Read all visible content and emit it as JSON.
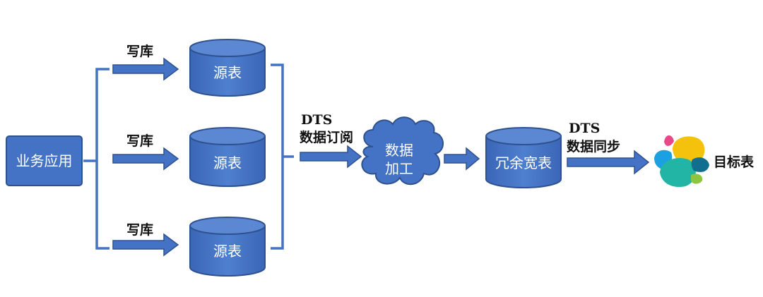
{
  "nodes": {
    "business_app": "业务应用",
    "source_tables": [
      "源表",
      "源表",
      "源表"
    ],
    "data_processing": [
      "数据",
      "加工"
    ],
    "wide_table": "冗余宽表",
    "target_table": "目标表"
  },
  "edges": {
    "write_labels": [
      "写库",
      "写库",
      "写库"
    ],
    "subscribe": [
      "DTS",
      "数据订阅"
    ],
    "sync": [
      "DTS",
      "数据同步"
    ]
  },
  "colors": {
    "box_fill": "#4472c4",
    "box_stroke": "#2f528f",
    "target_logo": [
      "#f4c20d",
      "#e8488a",
      "#1ba1e2",
      "#22b5a5",
      "#116e8f",
      "#8cc63f"
    ]
  },
  "icons": {
    "target_table": "elasticsearch-logo-icon"
  }
}
